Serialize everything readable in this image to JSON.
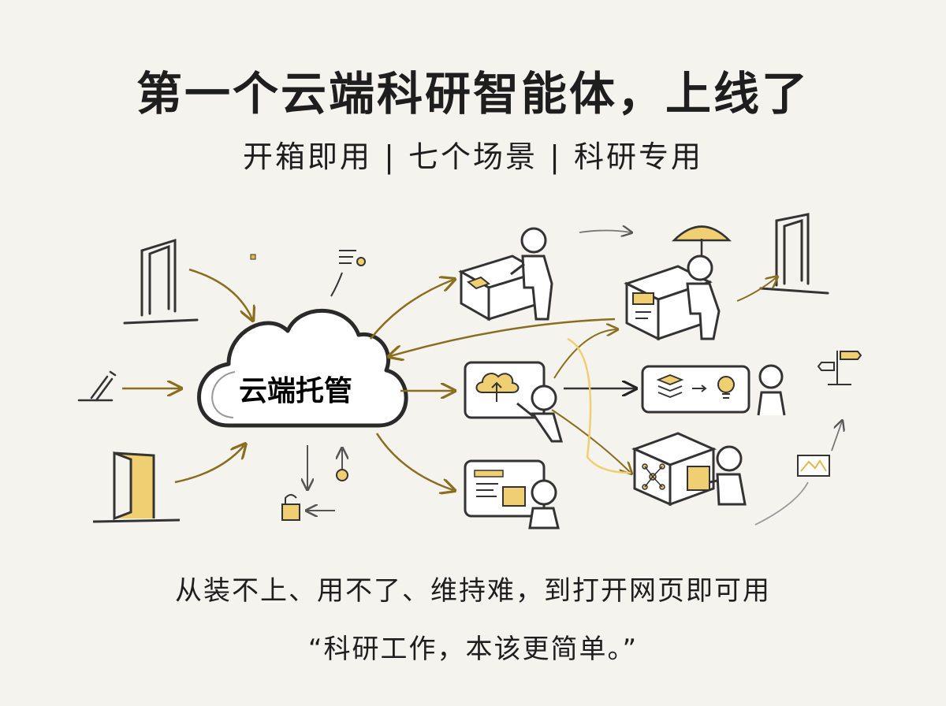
{
  "title": "第一个云端科研智能体，上线了",
  "subtitle": "开箱即用 | 七个场景 | 科研专用",
  "hub": {
    "label": "云端托管"
  },
  "caption": "从装不上、用不了、维持难，到打开网页即可用",
  "quote": "“科研工作，本该更简单。”",
  "colors": {
    "accent": "#f0cf72",
    "ink": "#2a2a2a",
    "background": "#f5f3ee"
  }
}
